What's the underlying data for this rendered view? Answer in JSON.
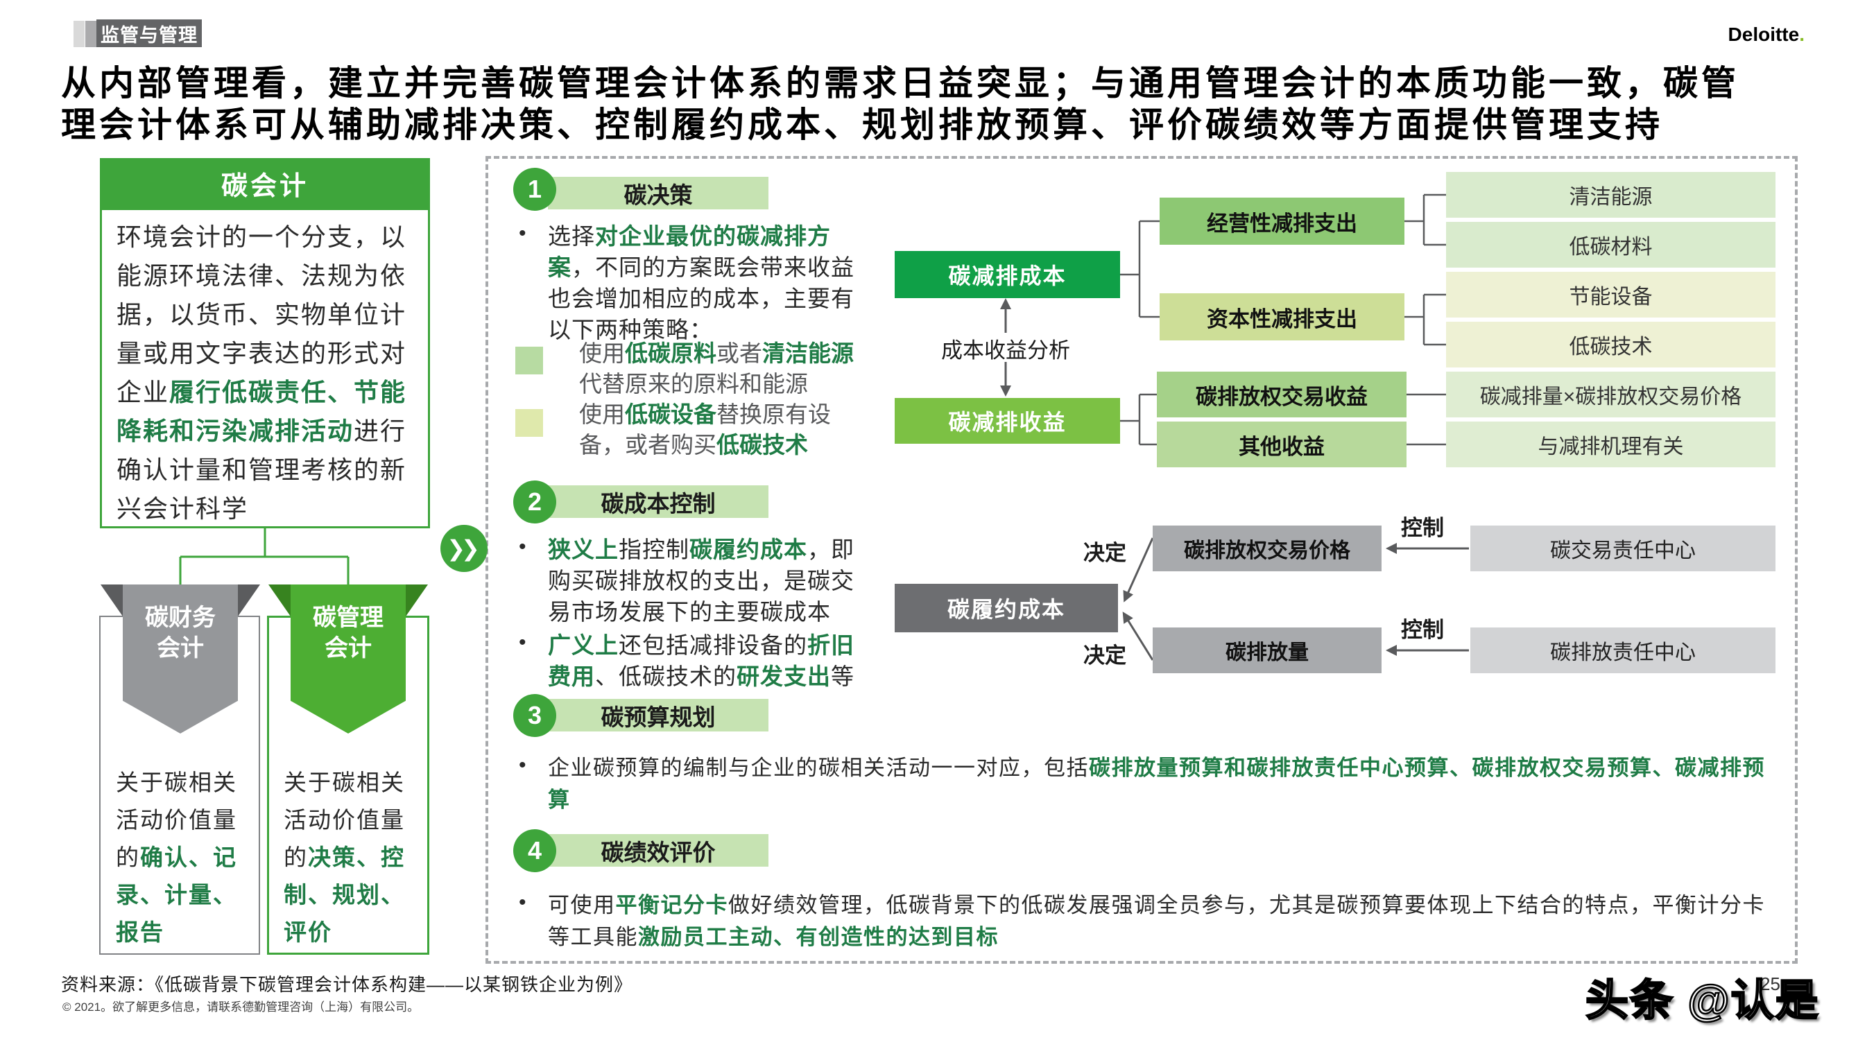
{
  "colors": {
    "brand_green": "#3EA53B",
    "deloitte_dot_green": "#86BC25",
    "highlight_text_green": "#1F7C46",
    "kelly_green": "#0FA047",
    "mid_green": "#7CC144",
    "band_green": "#C6E3B2",
    "gray_dark": "#6D6E71",
    "gray_mid": "#A8AAAD",
    "gray_light": "#D2D3D5"
  },
  "header": {
    "tag": "监管与管理",
    "logo_name": "Deloitte",
    "logo_dot": ".",
    "title_line1": "从内部管理看，建立并完善碳管理会计体系的需求日益突显；与通用管理会计的本质功能一致，碳管",
    "title_line2": "理会计体系可从辅助减排决策、控制履约成本、规划排放预算、评价碳绩效等方面提供管理支持"
  },
  "left_panel": {
    "header": "碳会计",
    "desc": {
      "t1": "环境会计的一个分支，以能源环境法律、法规为依据，以货币、实物单位计量或用文字表达的形式对企业",
      "g1": "履行低碳责任、节能降耗和污染减排活动",
      "t2": "进行确认计量和管理考核的新兴会计科学"
    },
    "branches": {
      "left": {
        "ribbon_l1": "碳财务",
        "ribbon_l2": "会计",
        "t1": "关于碳相关活动价值量的",
        "g1": "确认、记录、计量、报告"
      },
      "right": {
        "ribbon_l1": "碳管理",
        "ribbon_l2": "会计",
        "t1": "关于碳相关活动价值量的",
        "g1": "决策、控制、规划、评价"
      }
    }
  },
  "sections": {
    "s1": {
      "num": "1",
      "title": "碳决策",
      "bullet": {
        "t1": "选择",
        "g1": "对企业最优的碳减排方案",
        "t2": "，不同的方案既会带来收益也会增加相应的成本，主要有以下两种策略："
      },
      "strategy1": {
        "t1": "使用",
        "g1": "低碳原料",
        "t2": "或者",
        "g2": "清洁能源",
        "t3": "代替原来的原料和能源"
      },
      "strategy2": {
        "t1": "使用",
        "g1": "低碳设备",
        "t2": "替换原有设备，或者购买",
        "g2": "低碳技术"
      }
    },
    "s2": {
      "num": "2",
      "title": "碳成本控制",
      "bullet1": {
        "g1": "狭义上",
        "t1": "指控制",
        "g2": "碳履约成本",
        "t2": "，即购买碳排放权的支出，是碳交易市场发展下的主要碳成本"
      },
      "bullet2": {
        "g1": "广义上",
        "t1": "还包括减排设备的",
        "g2": "折旧费用",
        "t2": "、低碳技术的",
        "g3": "研发支出",
        "t3": "等"
      }
    },
    "s3": {
      "num": "3",
      "title": "碳预算规划",
      "bullet": {
        "t1": "企业碳预算的编制与企业的碳相关活动一一对应，包括",
        "g1": "碳排放量预算和碳排放责任中心预算、碳排放权交易预算、碳减排预算"
      }
    },
    "s4": {
      "num": "4",
      "title": "碳绩效评价",
      "bullet": {
        "t1": "可使用",
        "g1": "平衡记分卡",
        "t2": "做好绩效管理，低碳背景下的低碳发展强调全员参与，尤其是碳预算要体现上下结合的特点，平衡计分卡等工具能",
        "g2": "激励员工主动、有创造性的达到目标"
      }
    }
  },
  "diagram1": {
    "cost_node": "碳减排成本",
    "benefit_node": "碳减排收益",
    "analysis_label": "成本收益分析",
    "operating": "经营性减排支出",
    "capital": "资本性减排支出",
    "trading_income": "碳排放权交易收益",
    "other_income": "其他收益",
    "rows": [
      "清洁能源",
      "低碳材料",
      "节能设备",
      "低碳技术",
      "碳减排量×碳排放权交易价格",
      "与减排机理有关"
    ]
  },
  "diagram2": {
    "compliance_cost": "碳履约成本",
    "trade_price": "碳排放权交易价格",
    "emission_amount": "碳排放量",
    "trade_center": "碳交易责任中心",
    "emission_center": "碳排放责任中心",
    "decide_label": "决定",
    "control_label": "控制"
  },
  "footer": {
    "source": "资料来源：《低碳背景下碳管理会计体系构建——以某钢铁企业为例》",
    "copyright": "© 2021。欲了解更多信息，请联系德勤管理咨询（上海）有限公司。",
    "page": "25",
    "watermark": "头条 @认是"
  }
}
